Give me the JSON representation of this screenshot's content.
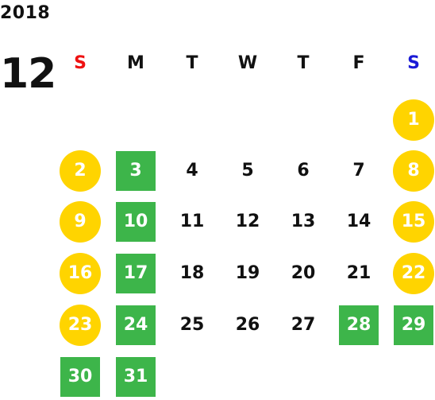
{
  "calendar": {
    "year": "2018",
    "month": "12",
    "weekdays": [
      {
        "label": "S",
        "color": "#ee1111"
      },
      {
        "label": "M",
        "color": "#111111"
      },
      {
        "label": "T",
        "color": "#111111"
      },
      {
        "label": "W",
        "color": "#111111"
      },
      {
        "label": "T",
        "color": "#111111"
      },
      {
        "label": "F",
        "color": "#111111"
      },
      {
        "label": "S",
        "color": "#1a1ad6"
      }
    ],
    "colors": {
      "weekend": "#ffd400",
      "holiday": "#3db54a"
    },
    "weeks": [
      [
        {
          "day": "",
          "style": "none"
        },
        {
          "day": "",
          "style": "none"
        },
        {
          "day": "",
          "style": "none"
        },
        {
          "day": "",
          "style": "none"
        },
        {
          "day": "",
          "style": "none"
        },
        {
          "day": "",
          "style": "none"
        },
        {
          "day": "1",
          "style": "weekend"
        }
      ],
      [
        {
          "day": "2",
          "style": "weekend"
        },
        {
          "day": "3",
          "style": "holiday"
        },
        {
          "day": "4",
          "style": "plain"
        },
        {
          "day": "5",
          "style": "plain"
        },
        {
          "day": "6",
          "style": "plain"
        },
        {
          "day": "7",
          "style": "plain"
        },
        {
          "day": "8",
          "style": "weekend"
        }
      ],
      [
        {
          "day": "9",
          "style": "weekend"
        },
        {
          "day": "10",
          "style": "holiday"
        },
        {
          "day": "11",
          "style": "plain"
        },
        {
          "day": "12",
          "style": "plain"
        },
        {
          "day": "13",
          "style": "plain"
        },
        {
          "day": "14",
          "style": "plain"
        },
        {
          "day": "15",
          "style": "weekend"
        }
      ],
      [
        {
          "day": "16",
          "style": "weekend"
        },
        {
          "day": "17",
          "style": "holiday"
        },
        {
          "day": "18",
          "style": "plain"
        },
        {
          "day": "19",
          "style": "plain"
        },
        {
          "day": "20",
          "style": "plain"
        },
        {
          "day": "21",
          "style": "plain"
        },
        {
          "day": "22",
          "style": "weekend"
        }
      ],
      [
        {
          "day": "23",
          "style": "weekend"
        },
        {
          "day": "24",
          "style": "holiday"
        },
        {
          "day": "25",
          "style": "plain"
        },
        {
          "day": "26",
          "style": "plain"
        },
        {
          "day": "27",
          "style": "plain"
        },
        {
          "day": "28",
          "style": "holiday"
        },
        {
          "day": "29",
          "style": "holiday"
        }
      ],
      [
        {
          "day": "30",
          "style": "holiday"
        },
        {
          "day": "31",
          "style": "holiday"
        },
        {
          "day": "",
          "style": "none"
        },
        {
          "day": "",
          "style": "none"
        },
        {
          "day": "",
          "style": "none"
        },
        {
          "day": "",
          "style": "none"
        },
        {
          "day": "",
          "style": "none"
        }
      ]
    ]
  }
}
